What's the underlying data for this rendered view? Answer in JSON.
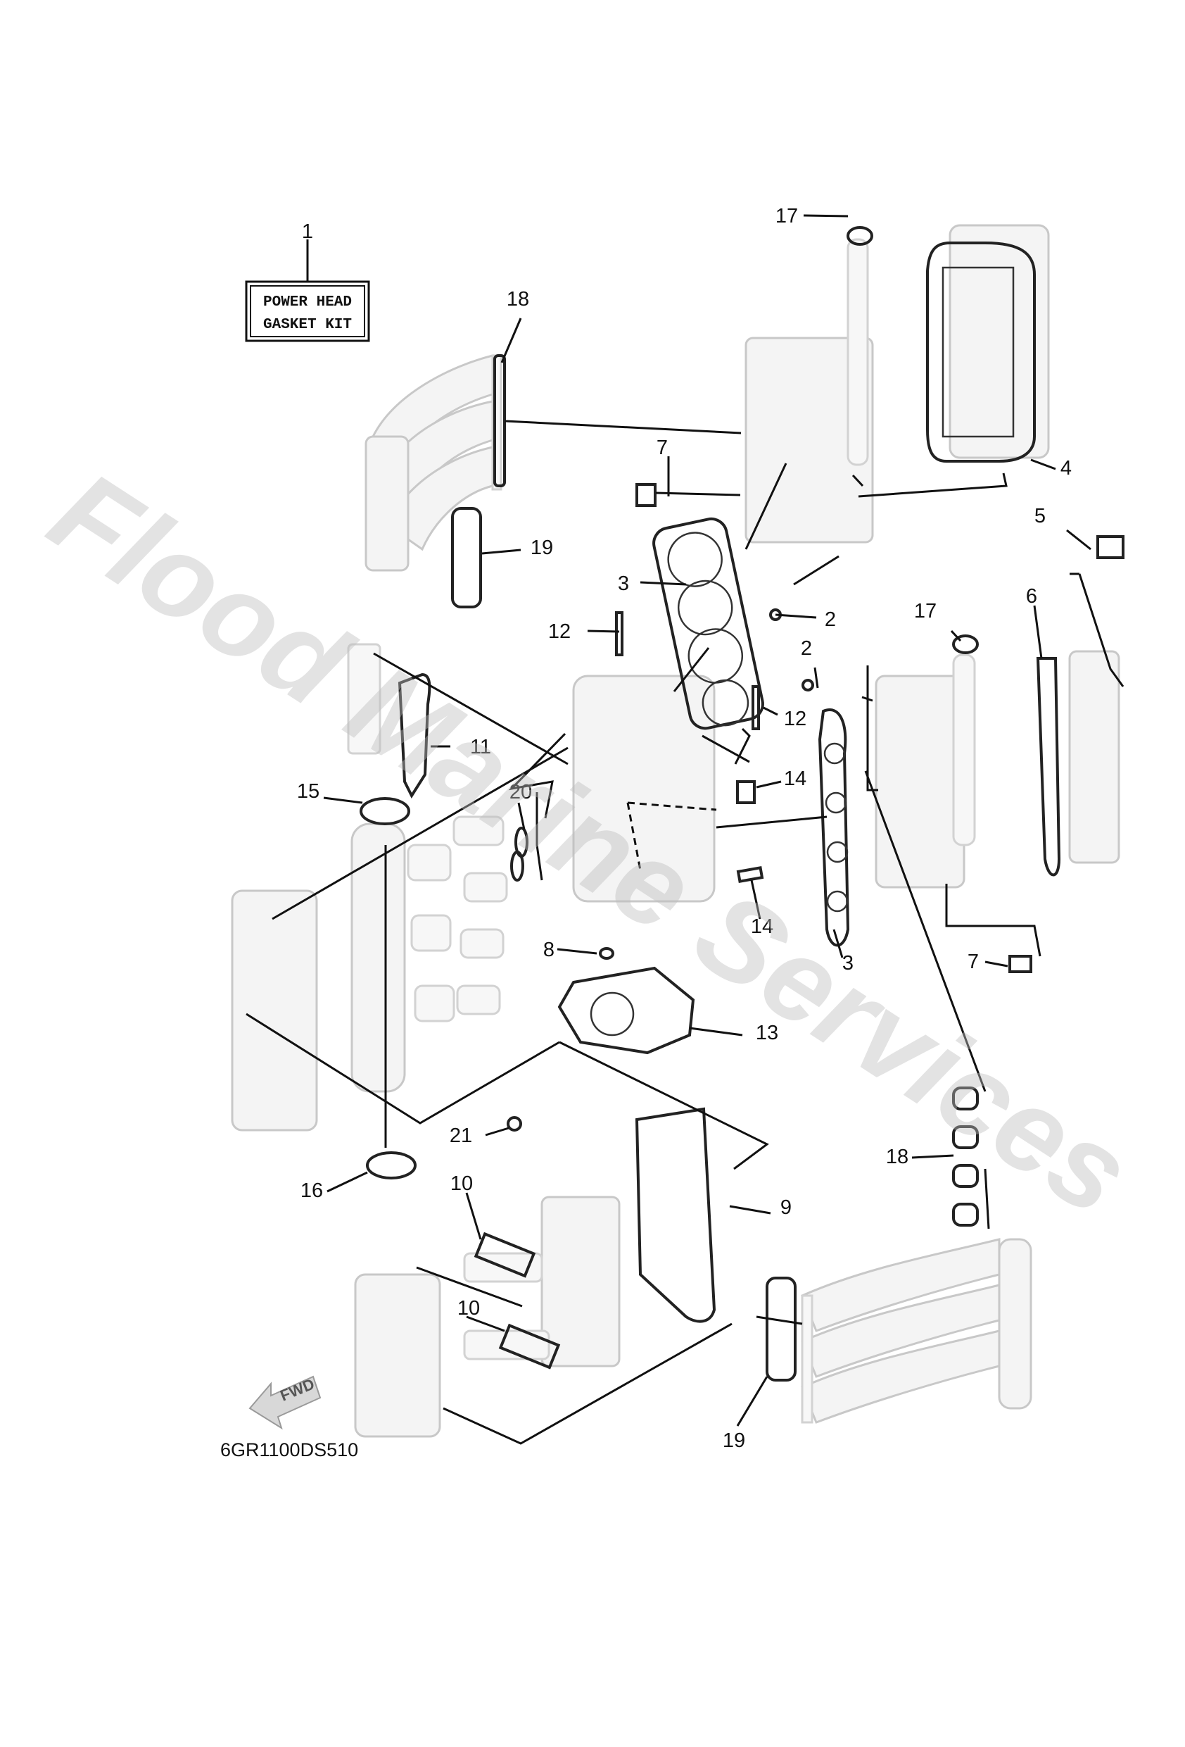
{
  "kit_box": {
    "line1": "POWER HEAD",
    "line2": "GASKET KIT"
  },
  "diagram_code": "6GR1100DS510",
  "watermark": "Flood Marine Services",
  "fwd_label": "FWD",
  "callouts": [
    "1",
    "2",
    "2",
    "3",
    "3",
    "4",
    "5",
    "6",
    "7",
    "7",
    "8",
    "9",
    "10",
    "10",
    "11",
    "12",
    "12",
    "13",
    "14",
    "14",
    "15",
    "16",
    "17",
    "17",
    "18",
    "18",
    "19",
    "19",
    "20",
    "21"
  ]
}
